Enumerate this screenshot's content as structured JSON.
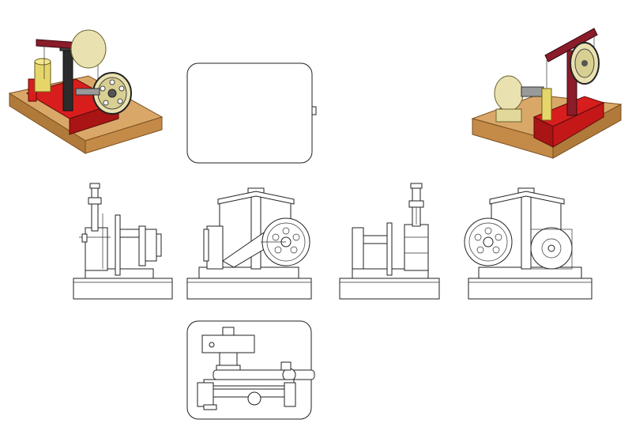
{
  "drawing": {
    "views": [
      {
        "name": "isometric-front-left",
        "style": "shaded"
      },
      {
        "name": "top-view",
        "style": "outline"
      },
      {
        "name": "isometric-back-right",
        "style": "shaded"
      },
      {
        "name": "left-side-view",
        "style": "line"
      },
      {
        "name": "front-view",
        "style": "line"
      },
      {
        "name": "right-side-view",
        "style": "line"
      },
      {
        "name": "rear-view",
        "style": "line"
      },
      {
        "name": "bottom-view",
        "style": "line"
      }
    ],
    "colors": {
      "base_wood": "#d9a869",
      "base_wood_dark": "#b07a3a",
      "frame_red": "#d81d1d",
      "flywheel_cream": "#e9e2b0",
      "beam_maroon": "#8b1c2a",
      "column_dark": "#2b2b2b",
      "cylinder_yellow": "#e6d66a",
      "line": "#222222"
    }
  }
}
